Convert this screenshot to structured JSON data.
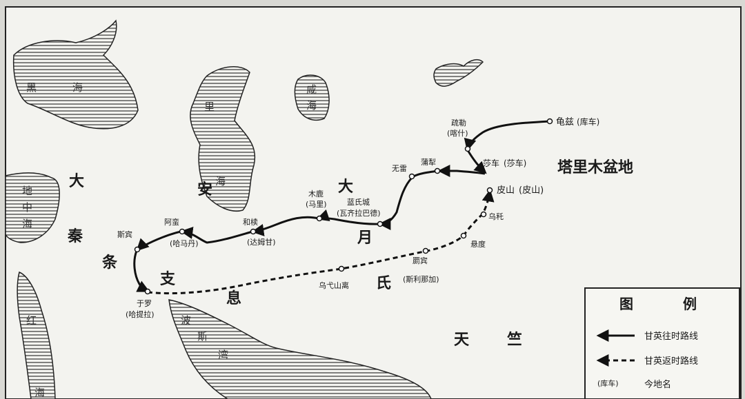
{
  "regions": {
    "tarim_basin": "塔里木盆地",
    "tianzhu": [
      "天",
      "竺"
    ],
    "anxi": "安",
    "tiaozhi": [
      "条",
      "支"
    ],
    "da_yuezhi": [
      "大",
      "月",
      "氏"
    ],
    "xi": "息"
  },
  "seas": {
    "black_sea": [
      "黑",
      "海"
    ],
    "caspian": [
      "里",
      "海"
    ],
    "aral": [
      "咸",
      "海"
    ],
    "mediterranean": [
      "地",
      "中",
      "海"
    ],
    "red_sea": [
      "红",
      "海"
    ],
    "persian_gulf": [
      "波",
      "斯",
      "湾"
    ],
    "atlantic_fragment": [
      "大",
      "秦"
    ]
  },
  "places": {
    "qiuci": {
      "name": "龟兹",
      "modern": "(库车)"
    },
    "shule": {
      "name": "疏勒",
      "modern": "(喀什)"
    },
    "shache": {
      "name": "莎车",
      "modern": "(莎车)"
    },
    "pishan": {
      "name": "皮山",
      "modern": "(皮山)"
    },
    "wucha": {
      "name": "乌秅"
    },
    "xuandu": {
      "name": "悬度"
    },
    "puli": {
      "name": "蒲犁"
    },
    "wulei": {
      "name": "无雷"
    },
    "mulu": {
      "name": "木鹿",
      "modern": "(马里)"
    },
    "lanshicheng": {
      "name": "蓝氏城",
      "modern": "(瓦齐拉巴德)"
    },
    "hedu": {
      "name": "和椟",
      "modern": "(达姆甘)"
    },
    "aman": {
      "name": "阿蛮",
      "modern": "(哈马丹)"
    },
    "sibin": {
      "name": "斯宾"
    },
    "yuluo": {
      "name": "于罗",
      "modern": "(哈提拉)"
    },
    "wuyishanli": {
      "name": "乌弋山离"
    },
    "jibin": {
      "name": "罽宾",
      "modern": "(斯利那加)"
    }
  },
  "legend": {
    "title": [
      "图",
      "例"
    ],
    "outbound": "甘英往时路线",
    "return": "甘英返时路线",
    "modern_sample": "(库车)",
    "modern_label": "今地名"
  }
}
